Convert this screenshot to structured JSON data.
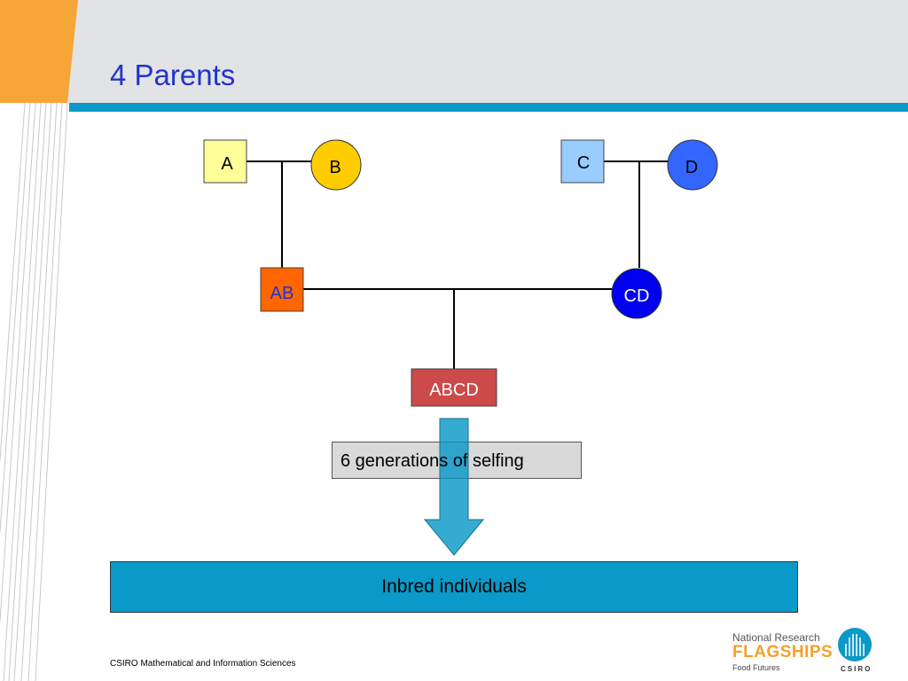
{
  "slide": {
    "title": "4 Parents",
    "footer": "CSIRO Mathematical and Information Sciences"
  },
  "diagram": {
    "nodes": {
      "a": "A",
      "b": "B",
      "c": "C",
      "d": "D",
      "ab": "AB",
      "cd": "CD",
      "abcd": "ABCD"
    },
    "process_label": "6 generations of selfing",
    "result_label": "Inbred individuals"
  },
  "logo": {
    "line1": "National Research",
    "line2": "FLAGSHIPS",
    "line3": "Food Futures",
    "org": "CSIRO"
  },
  "colors": {
    "accent_blue": "#0a99c8",
    "title_blue": "#2233cc",
    "orange": "#f5a637",
    "node_a": "#ffff99",
    "node_b": "#ffcc00",
    "node_c": "#99ccff",
    "node_d": "#3366ff",
    "node_ab": "#ff6600",
    "node_cd": "#0000ee",
    "node_abcd": "#cc4a4a"
  }
}
